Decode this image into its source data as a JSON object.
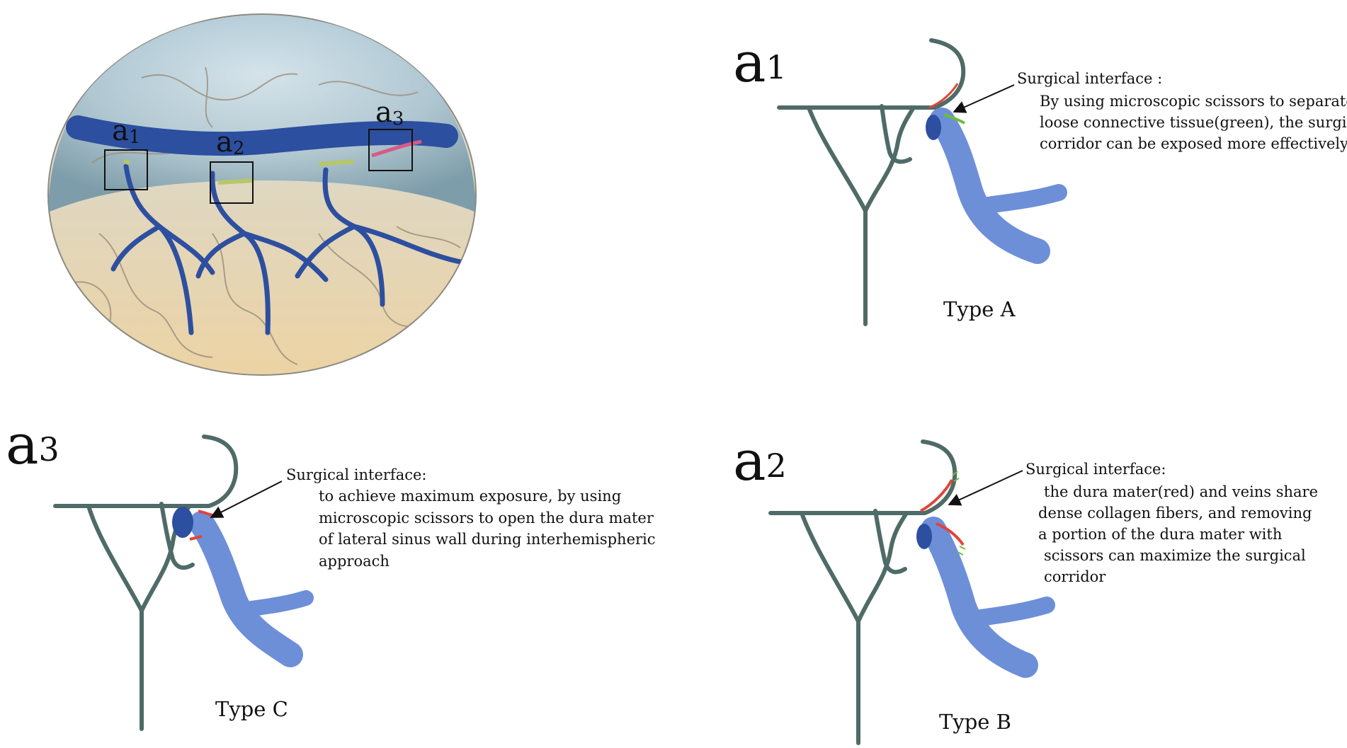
{
  "overview": {
    "labels": [
      {
        "main": "a",
        "sub": "1"
      },
      {
        "main": "a",
        "sub": "2"
      },
      {
        "main": "a",
        "sub": "3"
      }
    ]
  },
  "panels": {
    "a1": {
      "label_main": "a",
      "label_sub": "1",
      "type": "Type A",
      "title": "Surgical interface :",
      "lines": [
        "By using microscopic scissors to separate",
        "loose connective tissue(green), the surgical",
        "corridor can be exposed more effectively."
      ]
    },
    "a2": {
      "label_main": "a",
      "label_sub": "2",
      "type": "Type B",
      "title": "Surgical interface:",
      "lines": [
        "the dura mater(red)  and veins share",
        "dense collagen fibers, and removing",
        "a portion of the dura mater with",
        "scissors can maximize the surgical",
        "corridor"
      ]
    },
    "a3": {
      "label_main": "a",
      "label_sub": "3",
      "type": "Type C",
      "title": "Surgical interface:",
      "lines": [
        "to achieve maximum exposure, by using",
        "microscopic scissors to open the dura mater",
        " of lateral sinus wall during interhemispheric",
        "approach"
      ]
    }
  },
  "colors": {
    "sinus": "#2d4fa0",
    "vein": "#6d8fd8",
    "dura": "#4f6b68",
    "red": "#e0453a",
    "green": "#6bbf3a"
  }
}
